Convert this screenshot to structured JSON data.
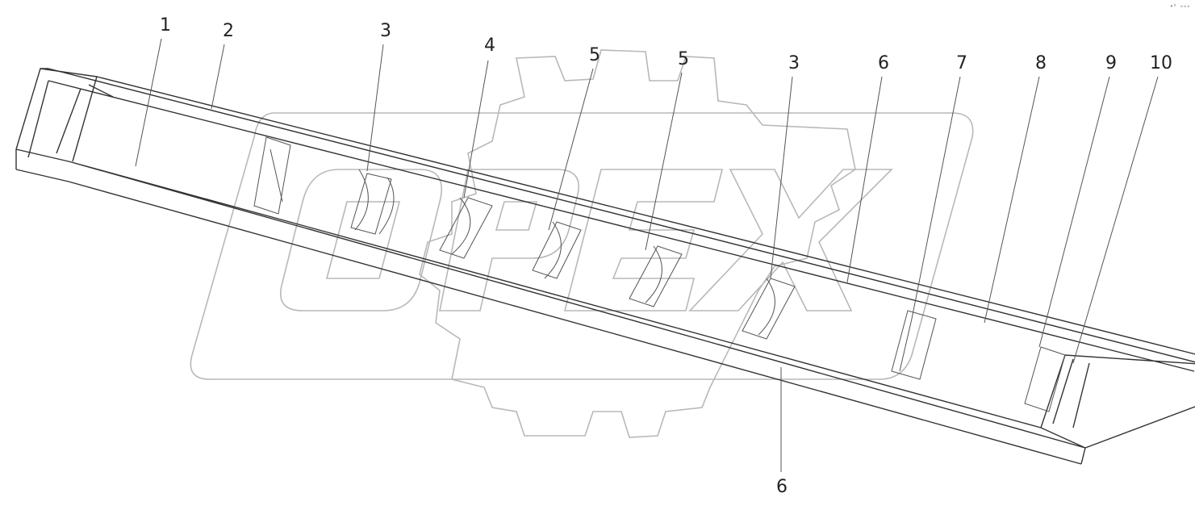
{
  "corner_tag": "•⁰ ∘∘∘",
  "watermark": {
    "text": "OPEX",
    "color": "#b8b8b8"
  },
  "callouts": [
    {
      "id": "c1",
      "text": "1"
    },
    {
      "id": "c2",
      "text": "2"
    },
    {
      "id": "c3a",
      "text": "3"
    },
    {
      "id": "c4",
      "text": "4"
    },
    {
      "id": "c5a",
      "text": "5"
    },
    {
      "id": "c5b",
      "text": "5"
    },
    {
      "id": "c3b",
      "text": "3"
    },
    {
      "id": "c6a",
      "text": "6"
    },
    {
      "id": "c7",
      "text": "7"
    },
    {
      "id": "c8",
      "text": "8"
    },
    {
      "id": "c9",
      "text": "9"
    },
    {
      "id": "c10",
      "text": "10"
    },
    {
      "id": "c6b",
      "text": "6"
    }
  ]
}
